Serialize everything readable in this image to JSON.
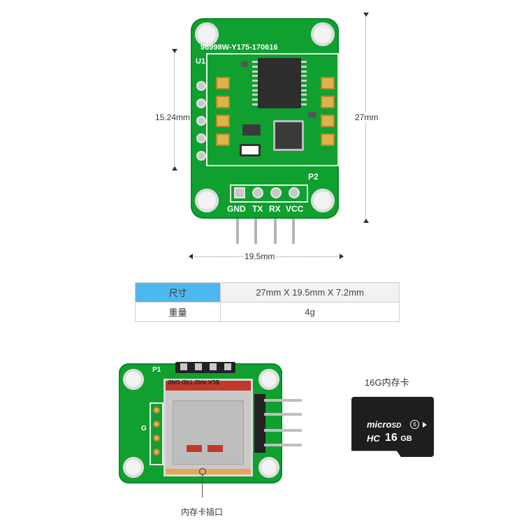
{
  "top_board": {
    "silk_code": "96998W-Y175-170616",
    "u1": "U1",
    "p2": "P2",
    "pin_labels": [
      "GND",
      "TX",
      "RX",
      "VCC"
    ]
  },
  "dimensions": {
    "height_inner": "15.24mm",
    "height_total": "27mm",
    "width": "19.5mm"
  },
  "spec_table": {
    "rows": [
      {
        "label": "尺寸",
        "value": "27mm X 19.5mm X 7.2mm"
      },
      {
        "label": "重量",
        "value": "4g"
      }
    ]
  },
  "sd_card": {
    "caption": "16G内存卡",
    "brand": "micro",
    "sd": "SD",
    "hc": "HC",
    "capacity": "16",
    "unit": "GB",
    "class": "6"
  },
  "slot_caption": "内存卡插口",
  "bottom_board": {
    "p1": "P1",
    "g": "G",
    "pin_header_labels": "BLK  RXD  TXD  GND"
  },
  "colors": {
    "pcb_green": "#0fa02f",
    "table_header_blue": "#4db8f0"
  }
}
